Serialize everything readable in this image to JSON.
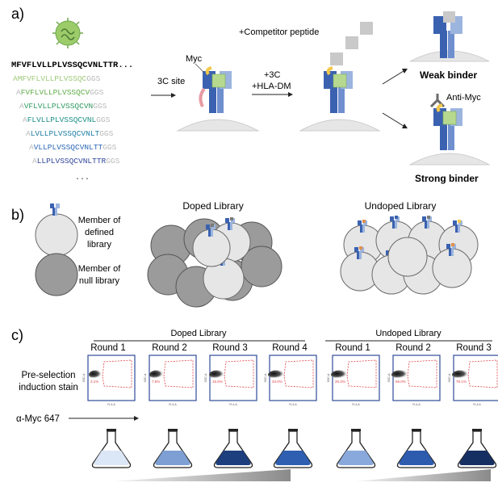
{
  "panels": {
    "a": "a)",
    "b": "b)",
    "c": "c)"
  },
  "panel_a": {
    "main_sequence": "MFVFLVLLPLVSSQCVNLTTR...",
    "peptides": [
      {
        "prefix": "",
        "core": "AMFVFLVLLPLVSSQC",
        "suffix": "GGS",
        "color": "#9ec97a"
      },
      {
        "prefix": "A",
        "core": "FVFLVLLPLVSSQCV",
        "suffix": "GGS",
        "color": "#5fae4a"
      },
      {
        "prefix": "A",
        "core": "VFLVLLPLVSSQCVN",
        "suffix": "GGS",
        "color": "#2e9a5e"
      },
      {
        "prefix": "A",
        "core": "FLVLLPLVSSQCVNL",
        "suffix": "GGS",
        "color": "#1b8f86"
      },
      {
        "prefix": "A",
        "core": "LVLLPLVSSQCVNLT",
        "suffix": "GGS",
        "color": "#1f7fa6"
      },
      {
        "prefix": "A",
        "core": "VLLPLVSSQCVNLTT",
        "suffix": "GGS",
        "color": "#2a67b5"
      },
      {
        "prefix": "A",
        "core": "LLPLVSSQCVNLTTR",
        "suffix": "GGS",
        "color": "#30479c"
      }
    ],
    "ellipsis": "...",
    "label_myc": "Myc",
    "label_3c_site": "3C site",
    "label_3c": "+3C",
    "label_hla_dm": "+HLA-DM",
    "label_competitor": "+Competitor peptide",
    "label_weak": "Weak binder",
    "label_anti_myc": "Anti-Myc",
    "label_strong": "Strong binder"
  },
  "panel_b": {
    "legend_defined": [
      "Member of",
      "defined",
      "library"
    ],
    "legend_null": [
      "Member of",
      "null library"
    ],
    "doped_title": "Doped Library",
    "undoped_title": "Undoped Library"
  },
  "panel_c": {
    "doped_label": "Doped Library",
    "undoped_label": "Undoped Library",
    "row_label": [
      "Pre-selection",
      "induction stain"
    ],
    "amyc_label": "α-Myc 647",
    "plots": [
      {
        "round": "Round 1",
        "pct": "3.1%",
        "flask_color": "#dbe6f6"
      },
      {
        "round": "Round 2",
        "pct": "7.5%",
        "flask_color": "#7e9fd3"
      },
      {
        "round": "Round 3",
        "pct": "15.5%",
        "flask_color": "#1d3f7e"
      },
      {
        "round": "Round 4",
        "pct": "34.0%",
        "flask_color": "#2f5fb0"
      },
      {
        "round": "Round 1",
        "pct": "26.3%",
        "flask_color": "#89a9dc"
      },
      {
        "round": "Round 2",
        "pct": "66.0%",
        "flask_color": "#2d5cae"
      },
      {
        "round": "Round 3",
        "pct": "78.1%",
        "flask_color": "#162f63"
      }
    ],
    "axis_x": "FL4-A",
    "axis_y": "SSC-A"
  },
  "colors": {
    "mhc_dark": "#3b62b0",
    "mhc_light": "#9cb5de",
    "peptide_green": "#b7d98f",
    "myc_yellow": "#f2c84b",
    "competitor_gray": "#c9c9c9",
    "cell_light": "#e6e6e6",
    "cell_dark": "#9b9b9b",
    "gate_red": "#e0454b"
  }
}
